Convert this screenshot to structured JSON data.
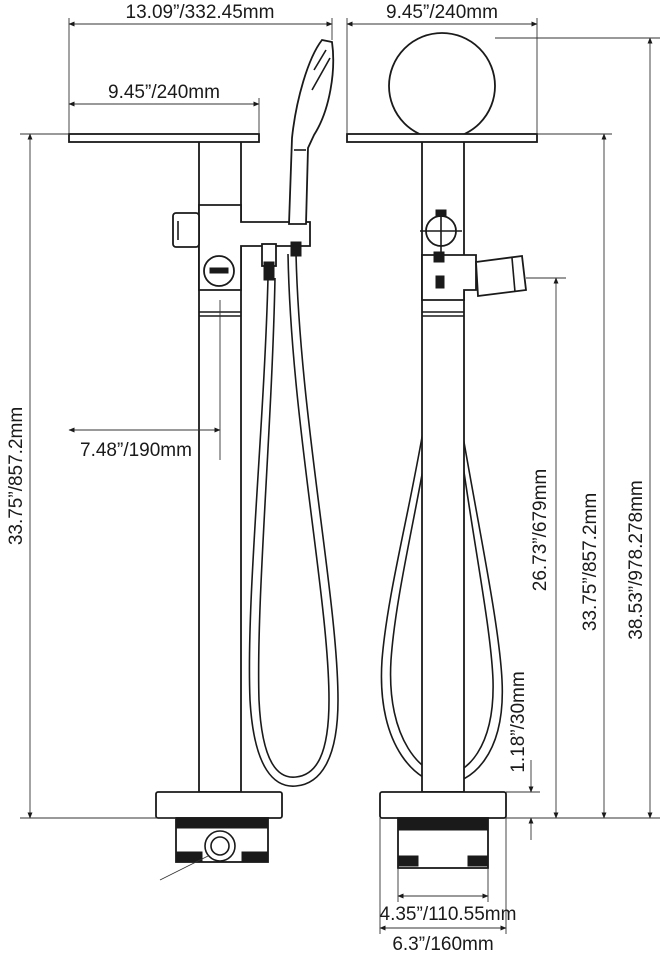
{
  "labels": {
    "front_total_width": "13.09”/332.45mm",
    "front_plate_width": "9.45”/240mm",
    "front_spout_reach": "7.48”/190mm",
    "front_total_height": "33.75”/857.2mm",
    "side_plate_width": "9.45”/240mm",
    "side_hose_outlet_height": "26.73”/679mm",
    "side_total_height": "33.75”/857.2mm",
    "side_overall_height": "38.53”/978.278mm",
    "side_base_thickness": "1.18”/30mm",
    "side_inner_base_width": "4.35”/110.55mm",
    "side_base_width": "6.3”/160mm"
  },
  "colors": {
    "line": "#1a1a1a",
    "background": "#ffffff"
  }
}
